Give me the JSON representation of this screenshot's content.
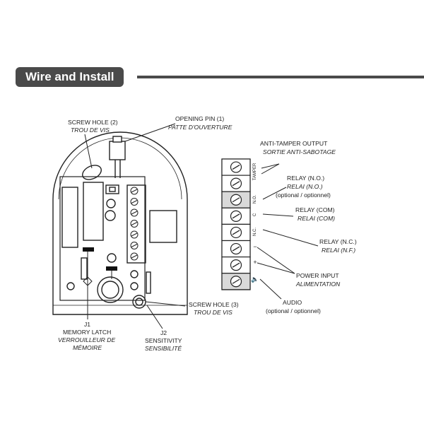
{
  "header": {
    "title": "Wire and Install"
  },
  "colors": {
    "header_bg": "#4a4a4a",
    "header_text": "#ffffff",
    "line": "#222222",
    "terminal_shade": "#d9d9d9"
  },
  "callouts": {
    "screw_hole_2": [
      "SCREW HOLE (2)",
      "TROU DE VIS"
    ],
    "opening_pin": [
      "OPENING PIN (1)",
      "PATTE D'OUVERTURE"
    ],
    "anti_tamper": [
      "ANTI-TAMPER OUTPUT",
      "SORTIE ANTI-SABOTAGE"
    ],
    "relay_no": [
      "RELAY (N.O.)",
      "RELAI (N.O.)",
      "(optional / optionnel)"
    ],
    "relay_com": [
      "RELAY (COM)",
      "RELAI (COM)"
    ],
    "relay_nc": [
      "RELAY (N.C.)",
      "RELAI (N.F.)"
    ],
    "power_input": [
      "POWER INPUT",
      "ALIMENTATION"
    ],
    "audio": [
      "AUDIO",
      "(optional / optionnel)"
    ],
    "screw_hole_3": [
      "SCREW HOLE (3)",
      "TROU DE VIS"
    ],
    "j1": [
      "J1",
      "MEMORY LATCH",
      "VERROUILLEUR DE",
      "MÉMOIRE"
    ],
    "j2": [
      "J2",
      "SENSITIVITY",
      "SENSIBILITÉ"
    ]
  },
  "terminal_marks": [
    "TAMPER",
    "N.O.",
    "C",
    "N.C.",
    "−",
    "+",
    "🔈"
  ]
}
